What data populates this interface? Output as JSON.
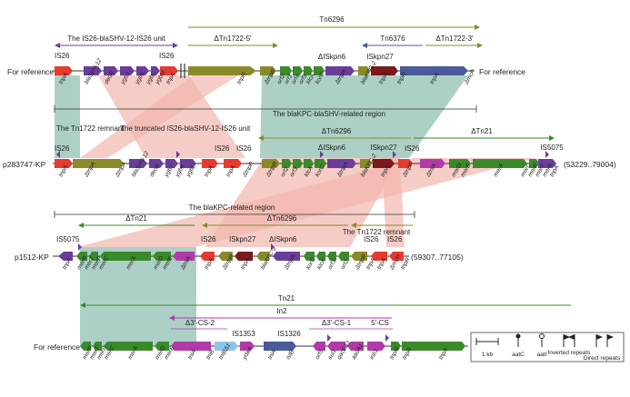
{
  "row_labels": {
    "ref_top": "For reference",
    "ref_top_right": "For reference",
    "p283747": "p283747-KP",
    "p1512": "p1512-KP",
    "ref_bottom": "For reference"
  },
  "coords": {
    "p283747": "(53229..79004)",
    "p1512": "(59307..77105)"
  },
  "region_labels": {
    "tn6296": "Tn6296",
    "is26_unit_top": "The IS26-blaSHV-12-IS26 unit",
    "tn1722_5": "ΔTn1722-5′",
    "tn6376": "Tn6376",
    "tn1722_3": "ΔTn1722-3′",
    "iskpn6_top": "ΔISkpn6",
    "iskpn27_top": "ISkpn27",
    "blaKPC_region_top": "The blaKPC-blaSHV-related region",
    "tn1722_remnant_top": "The Tn1722 remnant",
    "truncated_unit": "The truncated IS26-blaSHV-12-IS26 unit",
    "tn6296_mid": "ΔTn6296",
    "tn21_mid": "ΔTn21",
    "is5075_mid": "IS5075",
    "iskpn6_mid": "ΔISkpn6",
    "iskpn27_mid": "ISkpn27",
    "blaKPC_region": "The blaKPC-related region",
    "tn21_low": "ΔTn21",
    "tn6296_low": "ΔTn6296",
    "tn1722_remnant_low": "The Tn1722 remnant",
    "is5075_low": "IS5075",
    "iskpn27_low": "ISkpn27",
    "iskpn6_low": "ΔISkpn6",
    "tn21_bottom": "Tn21",
    "in2": "In2",
    "cs2": "Δ3′-CS-2",
    "is1353": "IS1353",
    "is1326": "IS1326",
    "cs1": "Δ3′-CS-1",
    "cs5": "5′-CS"
  },
  "is26_labels": [
    "IS26",
    "IS26",
    "IS26",
    "IS26",
    "IS26",
    "IS26",
    "IS26",
    "IS26",
    "IS26"
  ],
  "gene_labels": {
    "top": [
      "tnpA",
      "blaSHV-12",
      "deoR",
      "ygbJ",
      "ygbK",
      "ygbL",
      "ygbM",
      "tnpA",
      "tnpR",
      "ΔtnpR",
      "orf2",
      "orf3",
      "orf4",
      "orf5",
      "klcA",
      "korC",
      "ΔtnpA",
      "blaKPC-2",
      "tnpA",
      "tnpR",
      "tnpA",
      "ΔmcP"
    ],
    "mid": [
      "tnpA",
      "ΔtnpA",
      "ΔtnpA",
      "blaSHV-12",
      "deoR",
      "ygbJ",
      "ygbK",
      "ygbL",
      "tnpA",
      "tnpA",
      "ΔtnpR",
      "ΔtnpR",
      "orf2",
      "orf3",
      "klcA",
      "korC",
      "ΔtnpA",
      "blaKPC-2",
      "tnpA",
      "ΔtnpR",
      "ΔtniA",
      "merD",
      "merE",
      "merA",
      "merC",
      "merP",
      "merT",
      "merR",
      "tnpA"
    ],
    "low": [
      "tnpA",
      "merR",
      "merT",
      "merP",
      "merC",
      "merA",
      "merD",
      "merE",
      "ΔtniA",
      "tnpA",
      "ΔtnpR",
      "tnpA",
      "blaKPC-2",
      "ΔtnpA",
      "korC",
      "klcA",
      "orf3",
      "orf2",
      "ΔtnpR",
      "tnpA",
      "tnpA",
      "ΔmcP",
      "tnpR"
    ],
    "bottom": [
      "merR",
      "merT",
      "merP",
      "merC",
      "merA",
      "merD",
      "merE",
      "tniA",
      "tniB",
      "tniBΔ1",
      "ydaA",
      "tniA",
      "istB",
      "orf5",
      "sul1",
      "qacEΔ1",
      "aadA1",
      "intI1",
      "tnpM",
      "tnpR",
      "tnpA"
    ]
  },
  "legend": {
    "scale": "1 kb",
    "aatC": "aatC",
    "aatI": "aatI",
    "inverted": "Inverted repeats",
    "direct": "Direct repeats"
  },
  "colors": {
    "is26": "#e63a2e",
    "olive": "#8a8a2a",
    "purple": "#6a3d9a",
    "green": "#3a8a2a",
    "magenta": "#b03aa8",
    "dark_red": "#7a1a1a",
    "blue_gray": "#4a5a9a",
    "light_blue": "#8fc6e8",
    "teal_shade": "#9fc8bc",
    "pink_shade": "#f2b6ae"
  }
}
